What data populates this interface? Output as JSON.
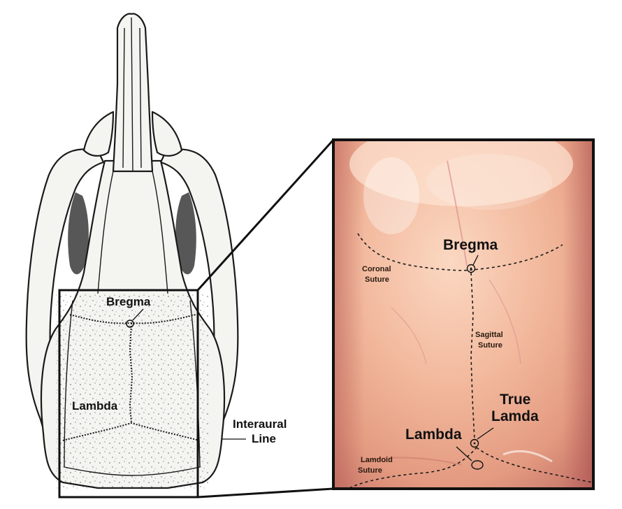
{
  "drawing": {
    "bregma": "Bregma",
    "lambda": "Lambda",
    "interaural_line_1": "Interaural",
    "interaural_line_2": "Line"
  },
  "photo": {
    "bregma": "Bregma",
    "coronal_suture_1": "Coronal",
    "coronal_suture_2": "Suture",
    "sagittal_suture_1": "Sagittal",
    "sagittal_suture_2": "Suture",
    "true_lambda_1": "True",
    "true_lambda_2": "Lamda",
    "lambda": "Lambda",
    "lambdoid_suture_1": "Lamdoid",
    "lambdoid_suture_2": "Suture"
  },
  "colors": {
    "photo_skin_light": "#f6c9ad",
    "photo_skin_mid": "#eaa88a",
    "photo_skin_dark": "#c9786a",
    "frame": "#111111"
  }
}
